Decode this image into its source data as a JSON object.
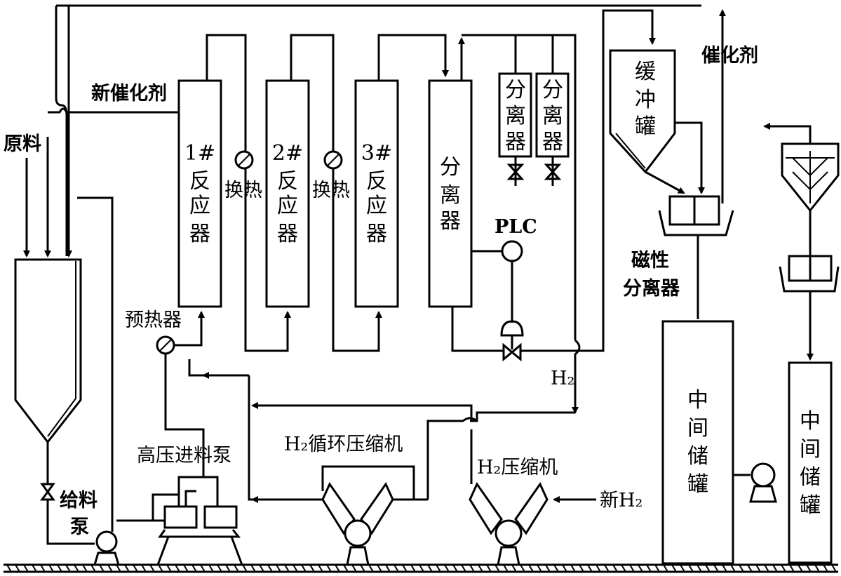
{
  "labels": {
    "raw_material": "原料",
    "new_catalyst": "新催化剂",
    "catalyst": "催化剂",
    "reactor1": [
      "1#",
      "反",
      "应",
      "器"
    ],
    "reactor2": [
      "2#",
      "反",
      "应",
      "器"
    ],
    "reactor3": [
      "3#",
      "反",
      "应",
      "器"
    ],
    "heat_exchange_1": "换热",
    "heat_exchange_2": "换热",
    "separator_main": [
      "分",
      "离",
      "器"
    ],
    "separator_small_1": [
      "分",
      "离",
      "器"
    ],
    "separator_small_2": [
      "分",
      "离",
      "器"
    ],
    "buffer_tank": [
      "缓",
      "冲",
      "罐"
    ],
    "magnetic_separator": [
      "磁性",
      "分离器"
    ],
    "plc": "PLC",
    "preheater": "预热器",
    "hp_feed_pump": "高压进料泵",
    "h2_recycle_compressor": "H₂循环压缩机",
    "h2_compressor": "H₂压缩机",
    "new_h2": "新H₂",
    "h2": "H₂",
    "feed_pump": [
      "给料",
      "泵"
    ],
    "intermediate_tank_1": [
      "中",
      "间",
      "储",
      "罐"
    ],
    "intermediate_tank_2": [
      "中",
      "间",
      "储",
      "罐"
    ]
  }
}
